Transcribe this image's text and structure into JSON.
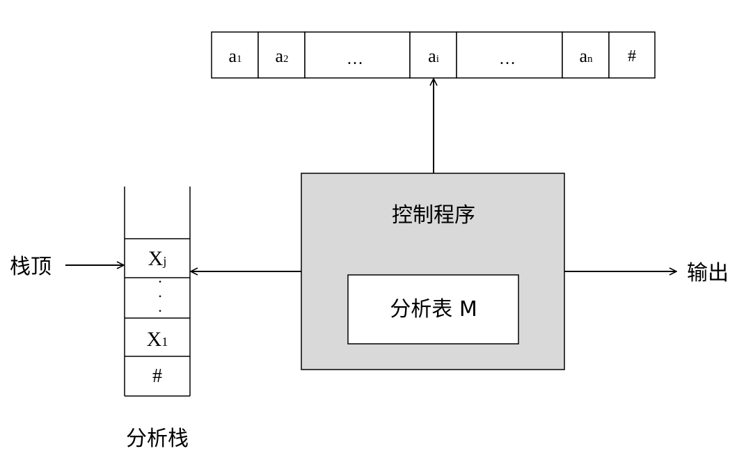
{
  "input_tape": {
    "cells": [
      {
        "base": "a",
        "sub": "1"
      },
      {
        "base": "a",
        "sub": "2"
      },
      {
        "base": "…",
        "sub": ""
      },
      {
        "base": "a",
        "sub": "i"
      },
      {
        "base": "…",
        "sub": ""
      },
      {
        "base": "a",
        "sub": "n"
      },
      {
        "base": "#",
        "sub": ""
      }
    ]
  },
  "control": {
    "title": "控制程序",
    "table_label": "分析表 M"
  },
  "stack": {
    "top_label": "栈顶",
    "items": [
      {
        "base": "X",
        "sub": "j"
      },
      {
        "base": "·",
        "sub": ""
      },
      {
        "base": "X",
        "sub": "1"
      },
      {
        "base": "#",
        "sub": ""
      }
    ],
    "caption": "分析栈"
  },
  "output_label": "输出",
  "colors": {
    "control_fill": "#d9d9d9",
    "line": "#000000",
    "table_fill": "#ffffff"
  }
}
